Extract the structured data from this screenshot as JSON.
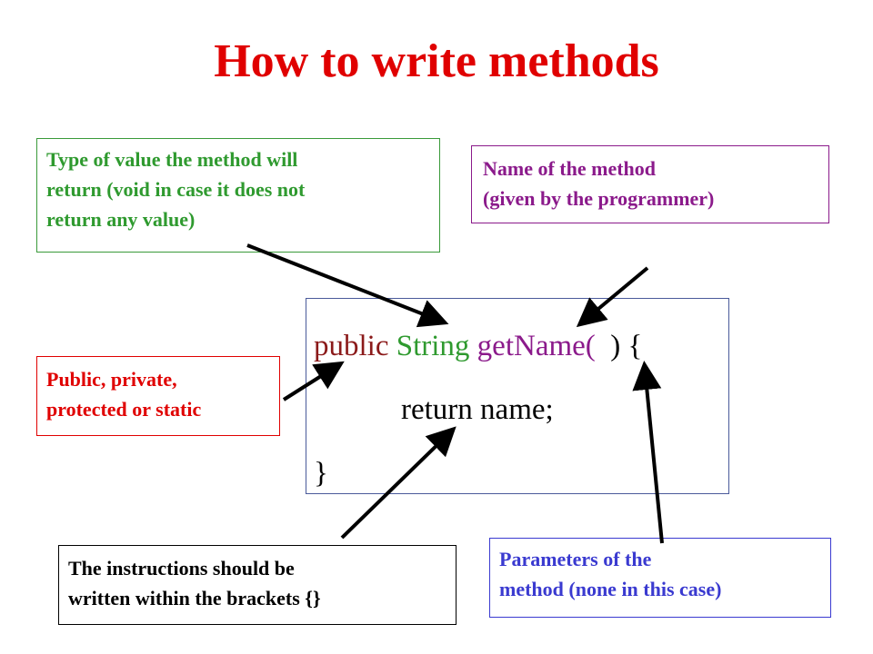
{
  "title": "How to write methods",
  "boxes": {
    "return_type": {
      "lines": [
        "Type of value the method will",
        "return (void in case it does not",
        "return any value)"
      ],
      "color": "#2f9a2f"
    },
    "method_name": {
      "lines": [
        "Name of the method",
        "(given by the programmer)"
      ],
      "color": "#8b1a8b"
    },
    "modifier": {
      "lines": [
        "Public, private,",
        "protected or static"
      ],
      "color": "#e00000"
    },
    "instructions": {
      "lines": [
        "The instructions should be",
        "written within the brackets {}"
      ],
      "color": "#000000"
    },
    "parameters": {
      "lines": [
        "Parameters of the",
        "method (none in this case)"
      ],
      "color": "#3a3ad0"
    }
  },
  "code": {
    "modifier": "public",
    "type": "String",
    "name": "getName(",
    "params_close": "  ) {",
    "body": "return name;",
    "close": "}"
  }
}
